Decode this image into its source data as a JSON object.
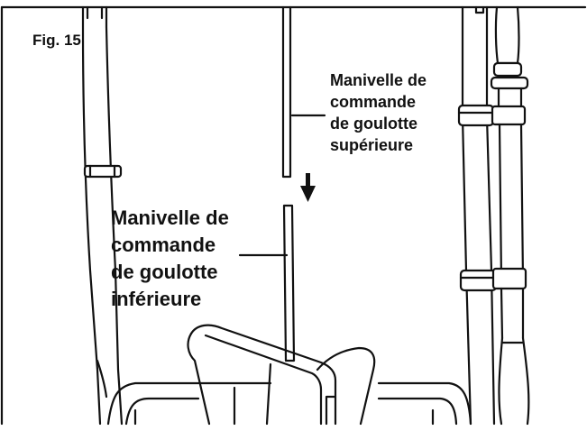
{
  "figure": {
    "label": "Fig. 15"
  },
  "labels": {
    "upper": "Manivelle de\ncommande\nde goulotte\nsupérieure",
    "lower": "Manivelle de\ncommande\nde goulotte\ninférieure"
  },
  "colors": {
    "line": "#111111",
    "background": "#ffffff"
  }
}
